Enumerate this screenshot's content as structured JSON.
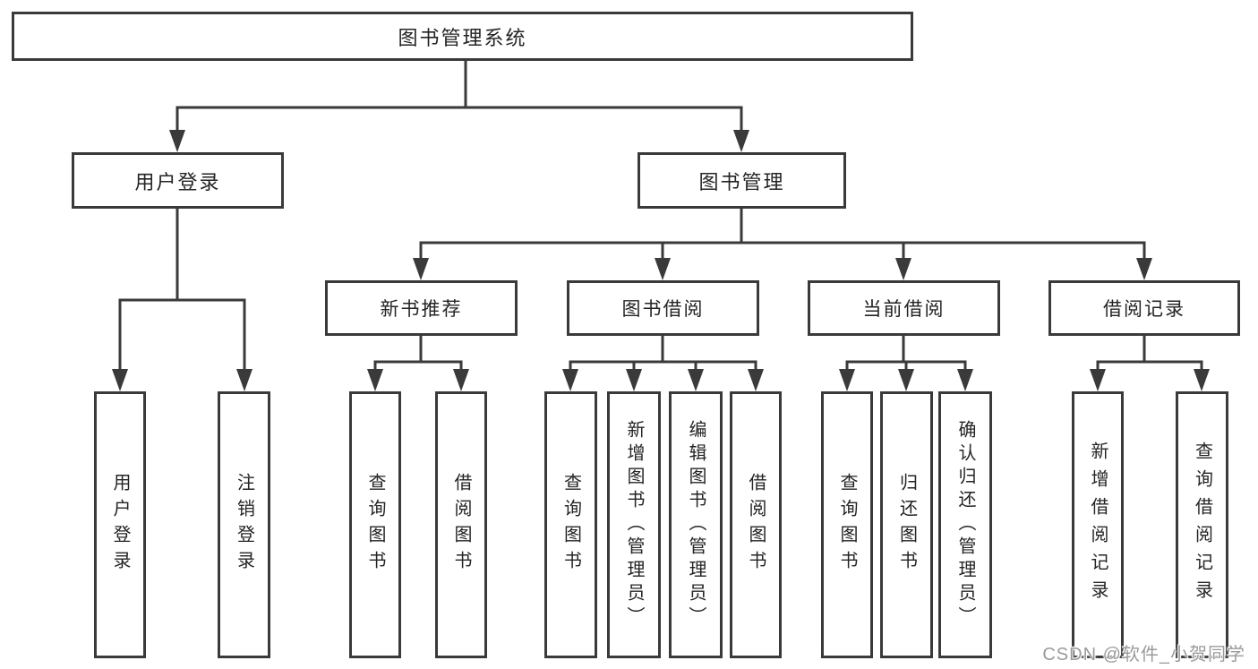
{
  "diagram": {
    "root": "图书管理系统",
    "branches": [
      {
        "label": "用户登录",
        "leaves": [
          "用户登录",
          "注销登录"
        ]
      },
      {
        "label": "图书管理",
        "groups": [
          {
            "label": "新书推荐",
            "leaves": [
              "查询图书",
              "借阅图书"
            ]
          },
          {
            "label": "图书借阅",
            "leaves": [
              "查询图书",
              "新增图书（管理员）",
              "编辑图书（管理员）",
              "借阅图书"
            ]
          },
          {
            "label": "当前借阅",
            "leaves": [
              "查询图书",
              "归还图书",
              "确认归还（管理员）"
            ]
          },
          {
            "label": "借阅记录",
            "leaves": [
              "新增借阅记录",
              "查询借阅记录"
            ]
          }
        ]
      }
    ]
  },
  "watermark": {
    "text": "CSDN @软件_小贺同学"
  },
  "colors": {
    "line": "#3a3a3a",
    "text": "#242424",
    "watermark_text": "#9b9b9b",
    "background": "#ffffff"
  }
}
